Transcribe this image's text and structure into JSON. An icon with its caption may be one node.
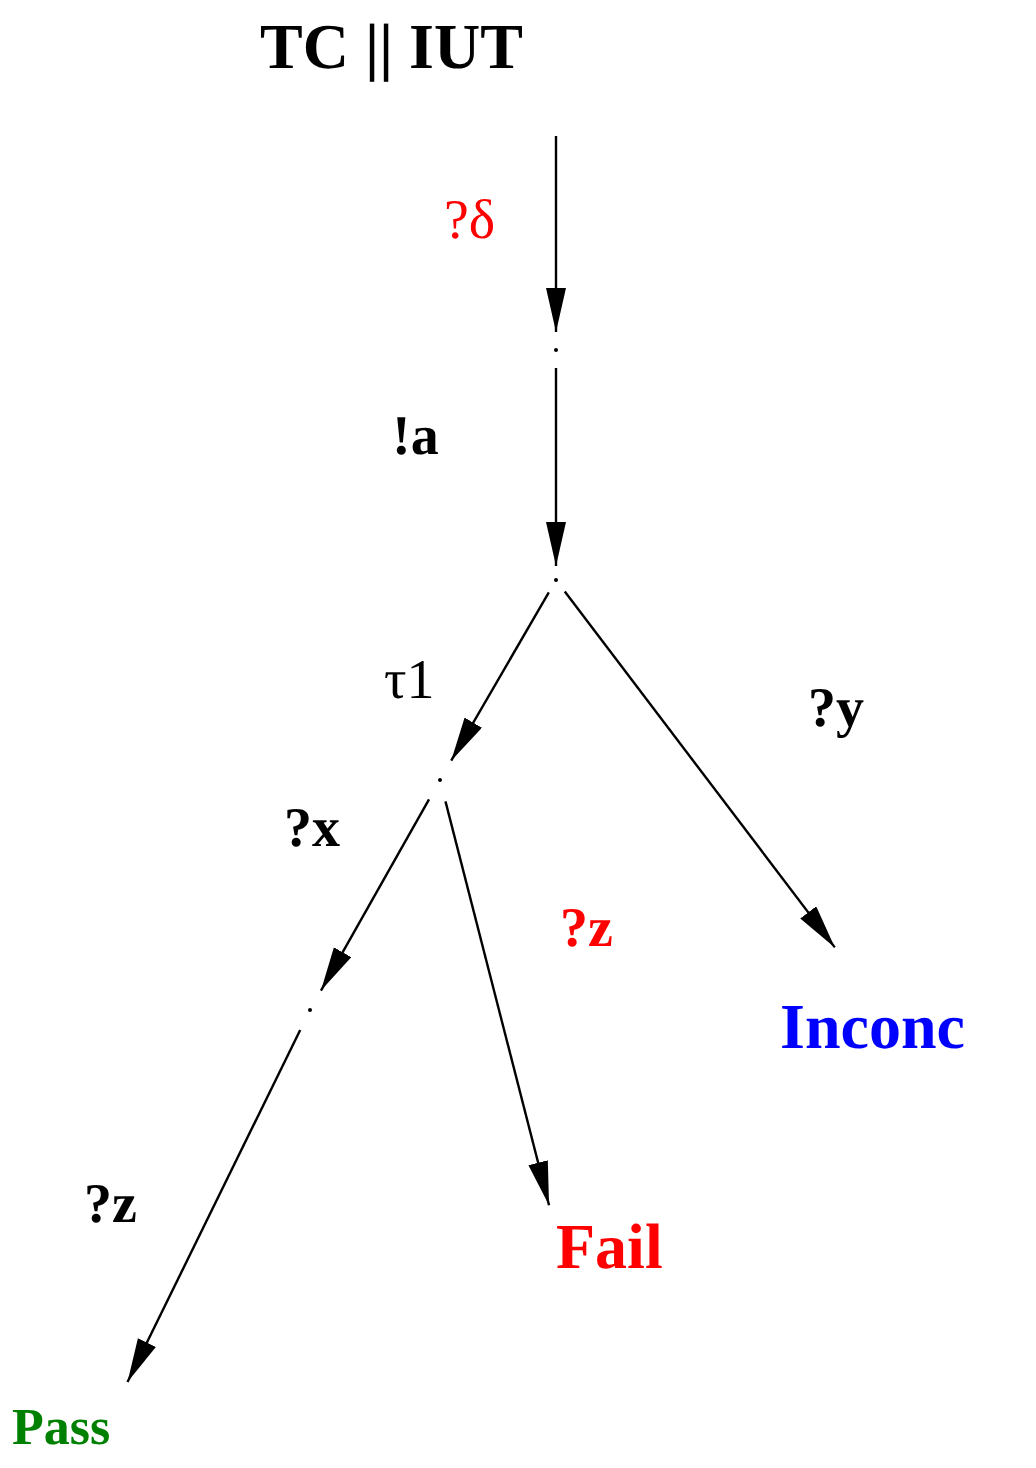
{
  "diagram": {
    "nodes": [
      {
        "text": [
          "TC || IUT"
        ]
      },
      {
        "text": [],
        "shape": "point"
      },
      {
        "text": [],
        "shape": "point"
      },
      {
        "text": [],
        "shape": "point"
      },
      {
        "text": [],
        "shape": "point"
      },
      {
        "text": [
          "Pass"
        ]
      },
      {
        "text": [
          "Fail"
        ]
      },
      {
        "text": [
          "Inconc"
        ]
      }
    ],
    "edges": [
      {
        "from": 0,
        "to": 1,
        "arrow": "to",
        "label": "?δ"
      },
      {
        "from": 1,
        "to": 2,
        "arrow": "to",
        "label": "!a"
      },
      {
        "from": 2,
        "to": 3,
        "arrow": "to",
        "label": "τ1"
      },
      {
        "from": 2,
        "to": 7,
        "arrow": "to",
        "label": "?y"
      },
      {
        "from": 3,
        "to": 4,
        "arrow": "to",
        "label": "?x"
      },
      {
        "from": 3,
        "to": 6,
        "arrow": "to",
        "label": "?z"
      },
      {
        "from": 4,
        "to": 5,
        "arrow": "to",
        "label": "?z"
      }
    ]
  }
}
